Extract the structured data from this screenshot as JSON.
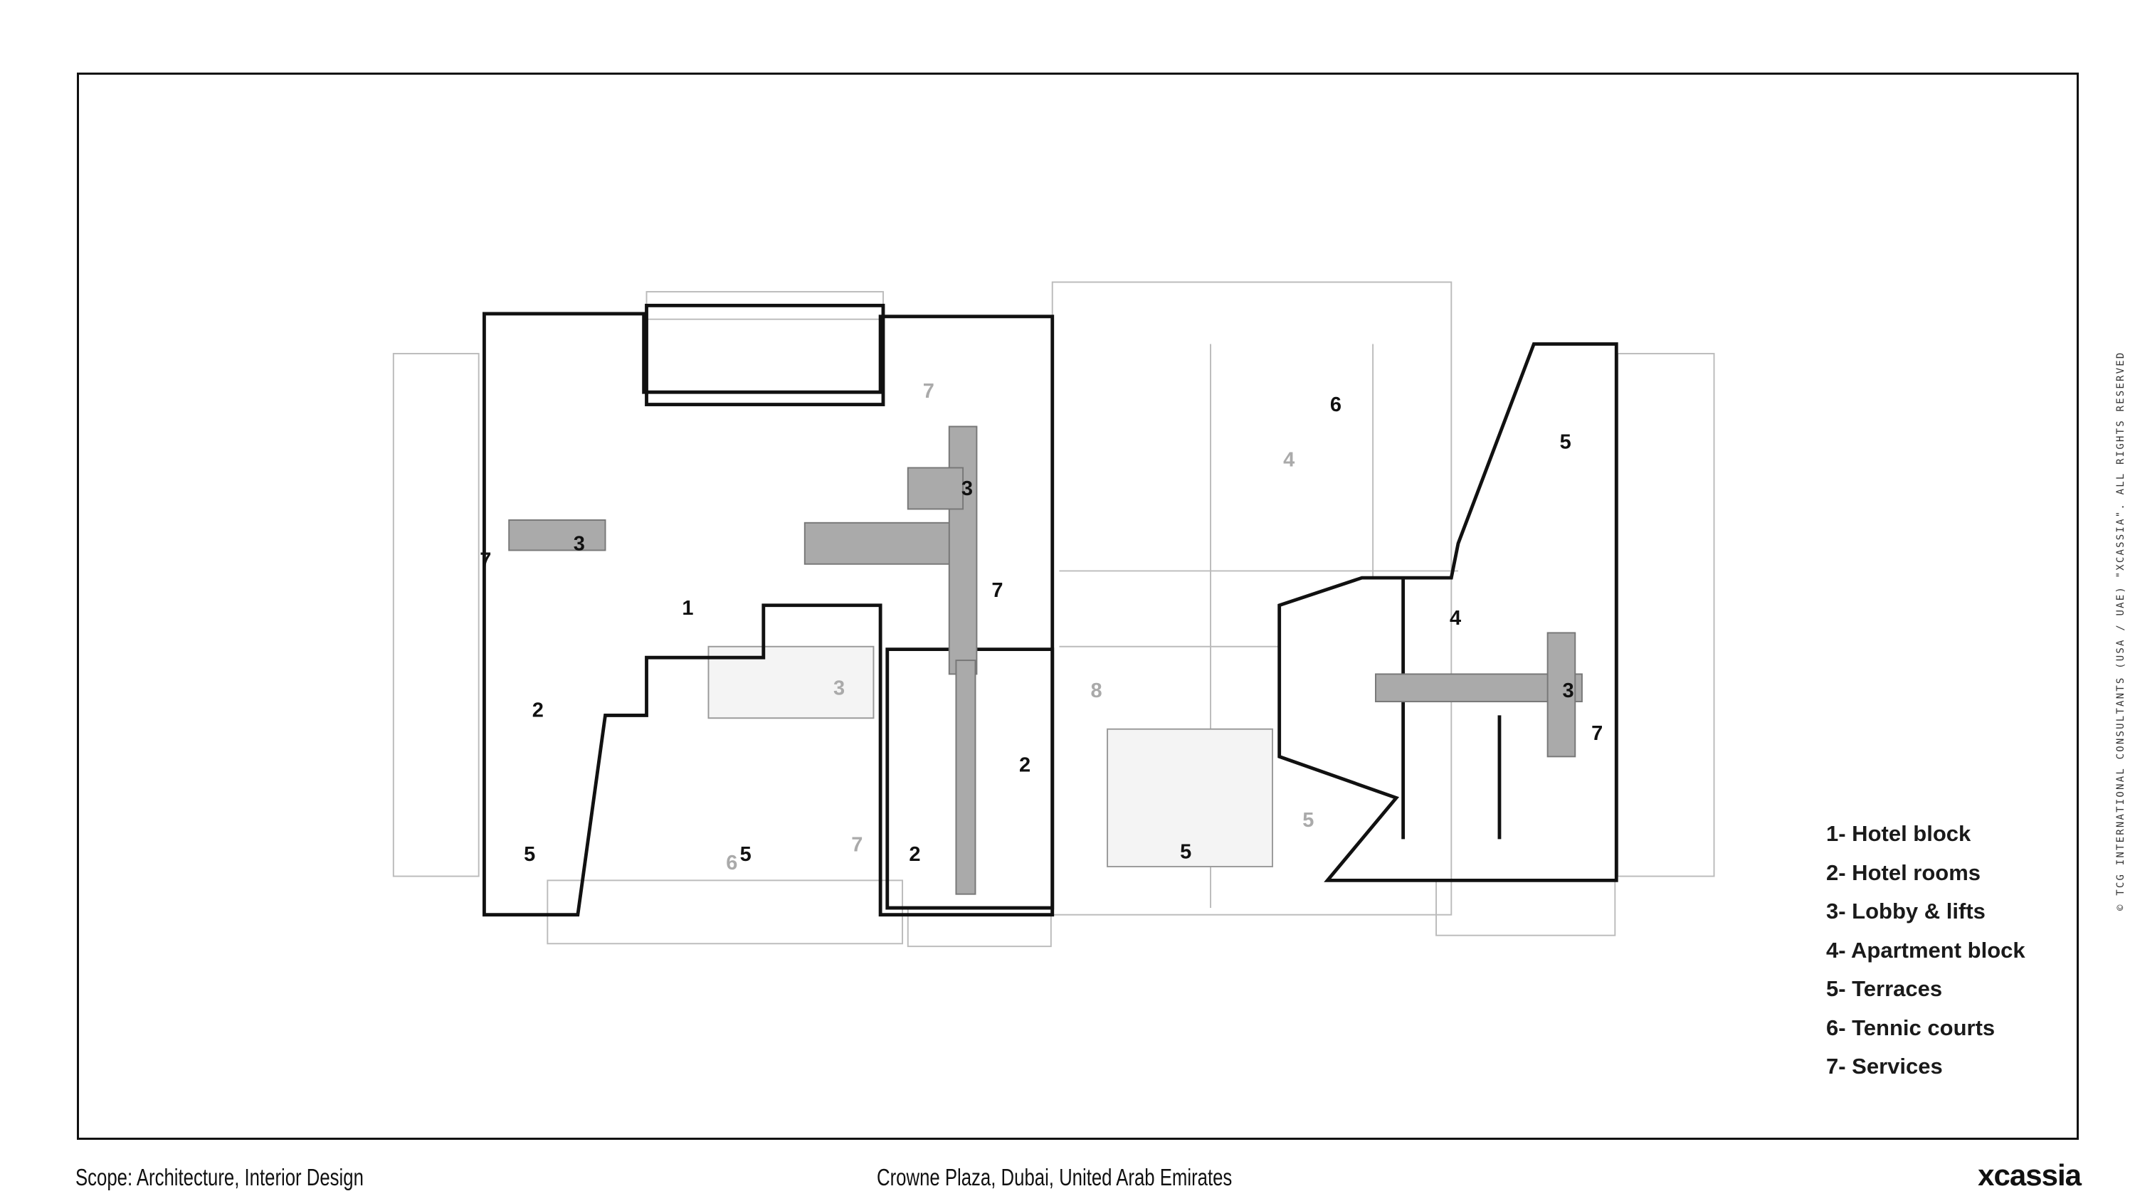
{
  "plan": {
    "labels": [
      "1",
      "2",
      "3",
      "3",
      "7",
      "7",
      "5",
      "5",
      "2",
      "2",
      "6",
      "5",
      "4",
      "3",
      "7",
      "5"
    ],
    "faded_labels": [
      "4",
      "8",
      "3",
      "6",
      "5",
      "7",
      "7"
    ]
  },
  "legend": [
    "1- Hotel block",
    "2- Hotel rooms",
    "3- Lobby & lifts",
    "4- Apartment block",
    "5- Terraces",
    "6- Tennic courts",
    "7- Services"
  ],
  "footer": {
    "scope": "Scope: Architecture, Interior Design",
    "project": "Crowne Plaza, Dubai, United Arab Emirates",
    "logo": "xcassia"
  },
  "copyright": "© TCG INTERNATIONAL CONSULTANTS (USA / UAE) \"XCASSIA\". ALL RIGHTS RESERVED"
}
